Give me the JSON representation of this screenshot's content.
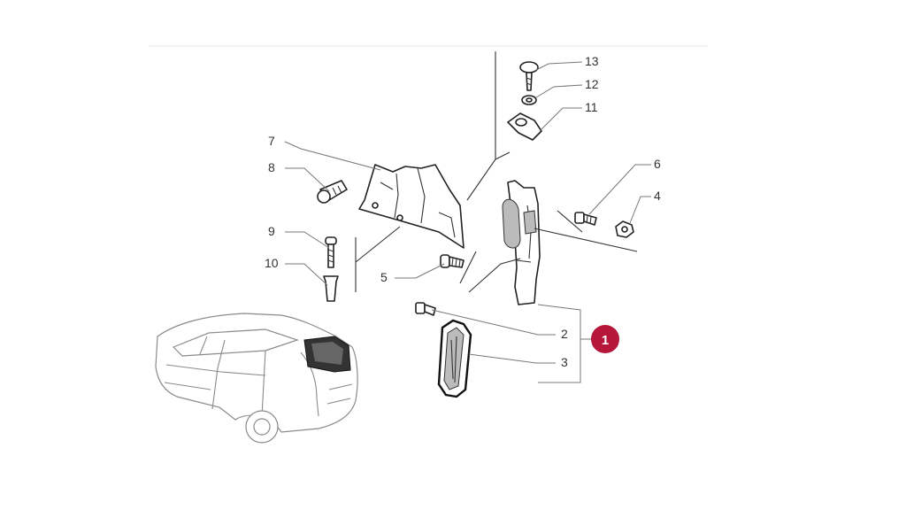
{
  "diagram": {
    "labels": [
      {
        "id": "13",
        "text": "13"
      },
      {
        "id": "12",
        "text": "12"
      },
      {
        "id": "11",
        "text": "11"
      },
      {
        "id": "7",
        "text": "7"
      },
      {
        "id": "8",
        "text": "8"
      },
      {
        "id": "6",
        "text": "6"
      },
      {
        "id": "4",
        "text": "4"
      },
      {
        "id": "9",
        "text": "9"
      },
      {
        "id": "10",
        "text": "10"
      },
      {
        "id": "5",
        "text": "5"
      },
      {
        "id": "2",
        "text": "2"
      },
      {
        "id": "3",
        "text": "3"
      }
    ],
    "group_badge": {
      "text": "1",
      "color": "#b5163a"
    }
  }
}
